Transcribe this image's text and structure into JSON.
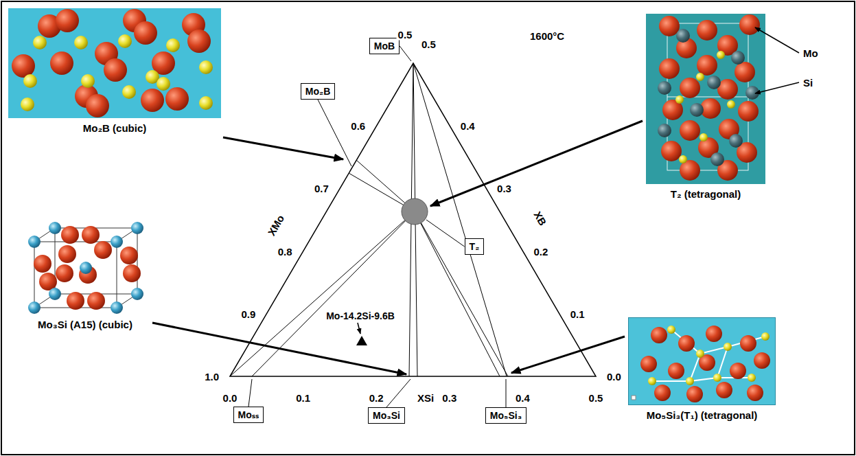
{
  "diagram": {
    "nodes": [
      {
        "text": [
          "Mo₂B (cubic)"
        ]
      },
      {
        "text": [
          "MoB"
        ]
      },
      {
        "text": [
          "Mo₂B"
        ]
      },
      {
        "text": [
          "T₂ (tetragonal)"
        ]
      },
      {
        "text": [
          "T₂"
        ]
      },
      {
        "text": [
          "Mo₃Si (A15) (cubic)"
        ]
      },
      {
        "text": [
          "Mo₅Si₃(T₁) (tetragonal)"
        ]
      },
      {
        "text": [
          "Moₛₛ"
        ]
      },
      {
        "text": [
          "Mo₃Si"
        ]
      },
      {
        "text": [
          "Mo₅Si₃"
        ]
      }
    ],
    "labels": [
      "1600°C",
      "Mo",
      "Si",
      "Mo-14.2Si-9.6B",
      "XMo",
      "XB",
      "XSi",
      "0.5",
      "0.6",
      "0.7",
      "0.8",
      "0.9",
      "1.0",
      "0.5",
      "0.4",
      "0.3",
      "0.2",
      "0.1",
      "0.0",
      "0.0",
      "0.1",
      "0.2",
      "0.3",
      "0.4",
      "0.5"
    ]
  }
}
